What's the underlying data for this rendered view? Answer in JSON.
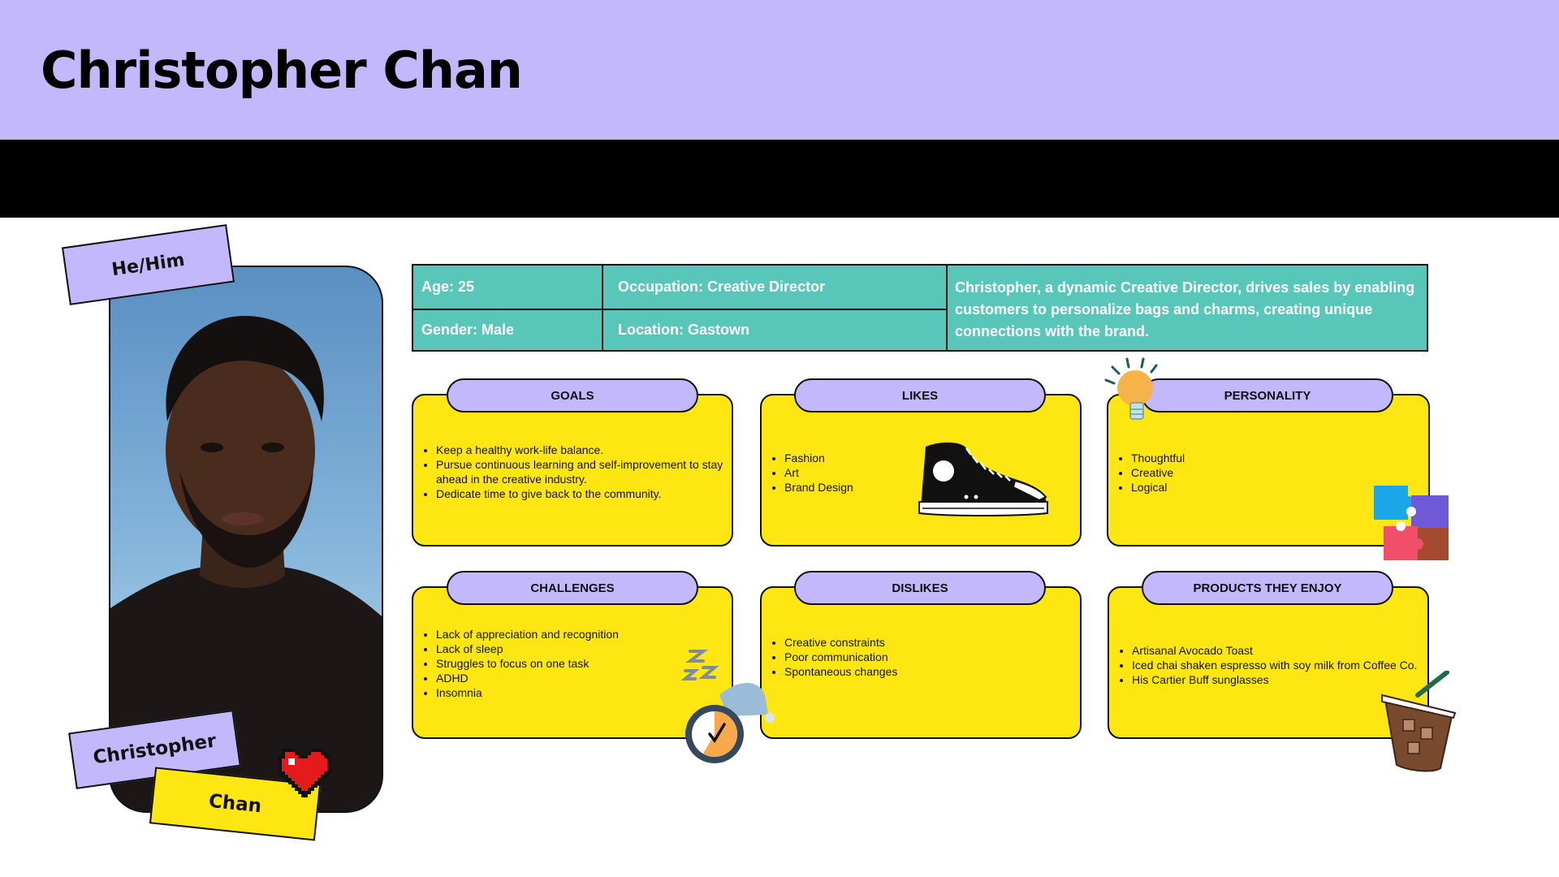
{
  "header": {
    "title": "Christopher Chan"
  },
  "tags": {
    "pronouns": "He/Him",
    "first_name": "Christopher",
    "last_name": "Chan"
  },
  "info": {
    "age": "Age: 25",
    "gender": "Gender: Male",
    "occupation": "Occupation: Creative Director",
    "location": "Location: Gastown",
    "description": "Christopher, a dynamic Creative Director, drives sales by enabling customers to personalize bags and charms, creating unique connections with the brand."
  },
  "cards": {
    "goals": {
      "title": "GOALS",
      "items": [
        "Keep a healthy work-life balance.",
        "Pursue continuous learning and self-improvement to stay ahead in the creative industry.",
        "Dedicate time to give back to the community."
      ]
    },
    "likes": {
      "title": "LIKES",
      "items": [
        "Fashion",
        "Art",
        "Brand Design"
      ]
    },
    "personality": {
      "title": "PERSONALITY",
      "items": [
        "Thoughtful",
        "Creative",
        "Logical"
      ]
    },
    "challenges": {
      "title": "CHALLENGES",
      "items": [
        "Lack of appreciation and recognition",
        "Lack of sleep",
        "Struggles to focus on one task",
        "ADHD",
        "Insomnia"
      ]
    },
    "dislikes": {
      "title": "DISLIKES",
      "items": [
        "Creative constraints",
        "Poor communication",
        "Spontaneous changes"
      ]
    },
    "products": {
      "title": "PRODUCTS THEY ENJOY",
      "items": [
        "Artisanal Avocado Toast",
        "Iced chai shaken espresso with soy milk from Coffee Co.",
        "His Cartier Buff sunglasses"
      ]
    }
  },
  "colors": {
    "lavender": "#c4b8fc",
    "yellow": "#fde611",
    "teal": "#58c7b9",
    "black": "#000000"
  },
  "icons": [
    "sneaker-icon",
    "lightbulb-icon",
    "puzzle-icon",
    "sleepy-clock-icon",
    "iced-coffee-icon",
    "pixel-heart-icon"
  ]
}
